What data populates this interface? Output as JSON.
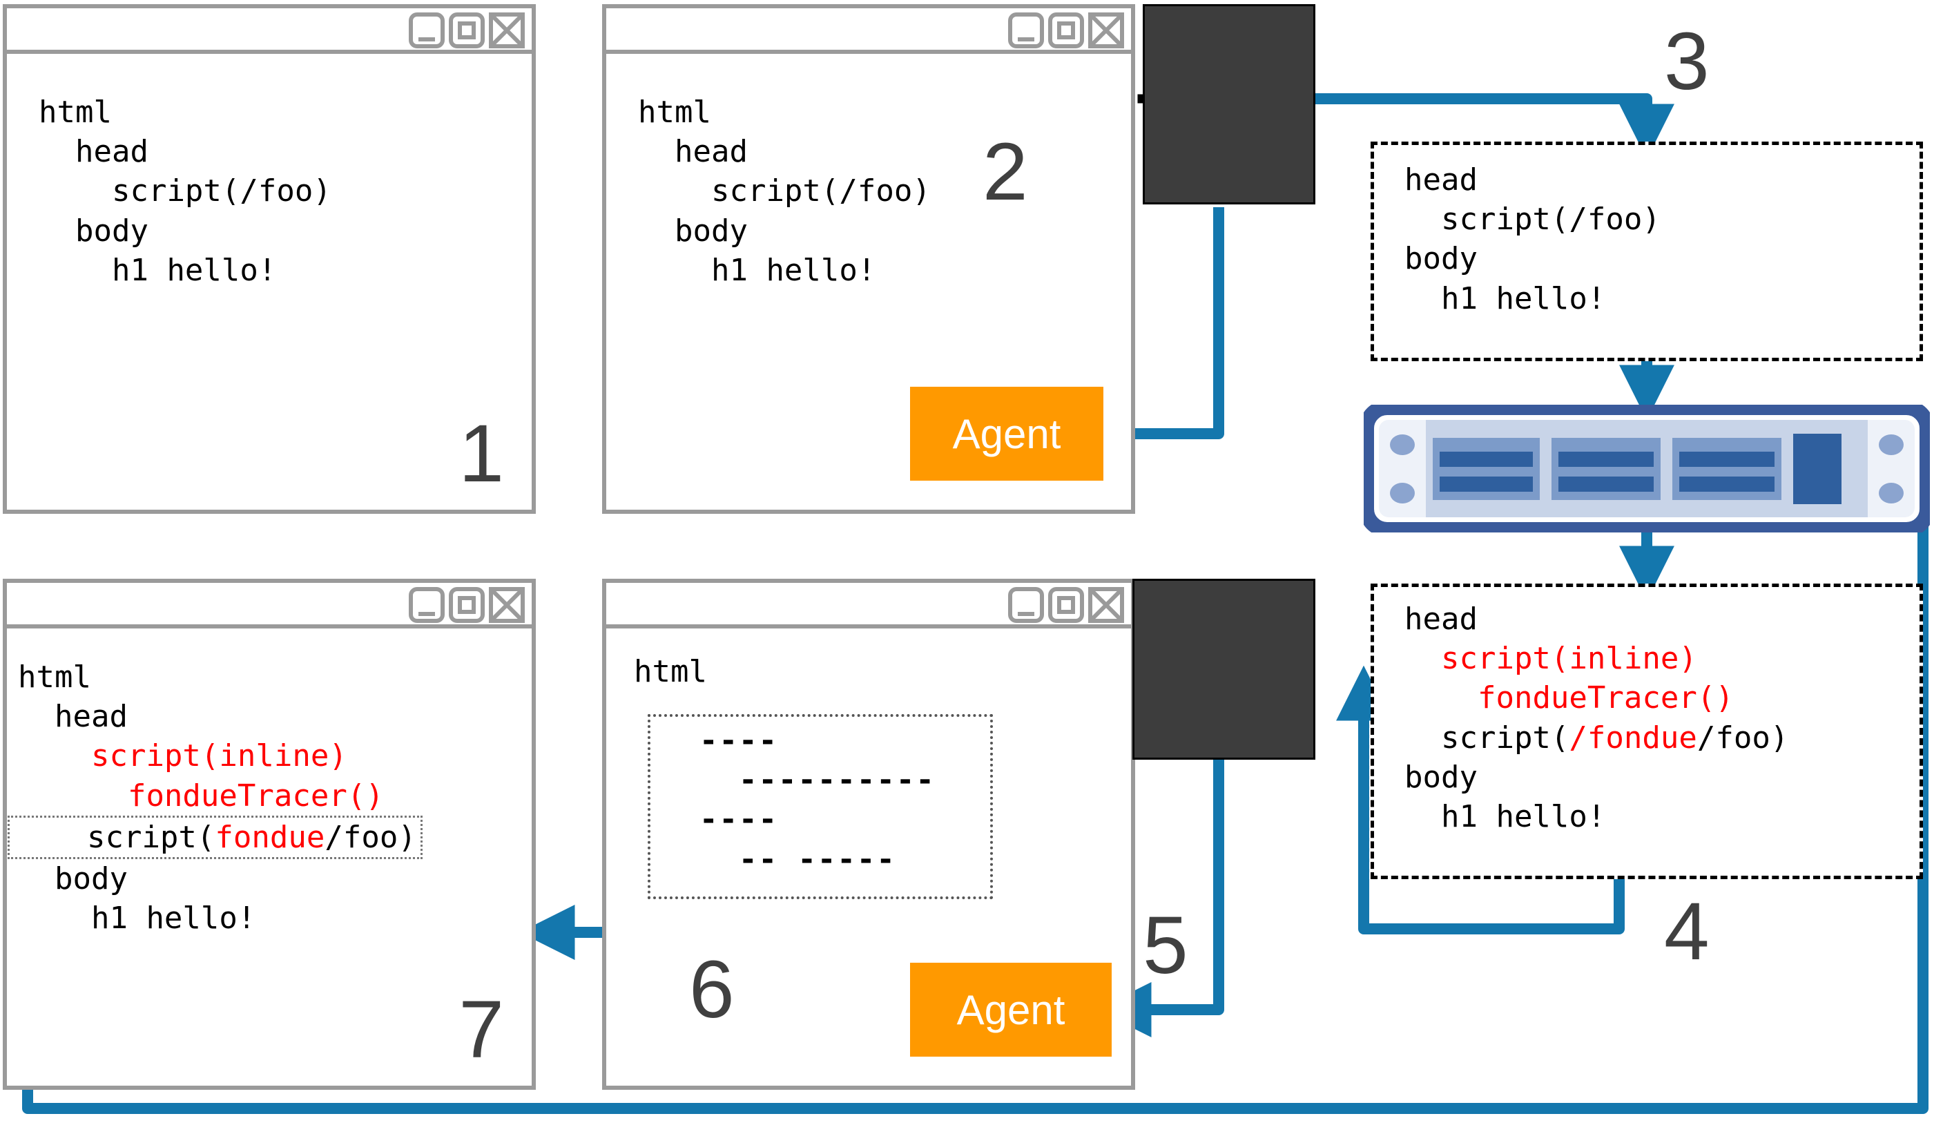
{
  "colors": {
    "wire_blue": "#1477ad",
    "agent_orange": "#ff9900",
    "highlight_red": "#ff0000",
    "dark_box": "#3d3d3d",
    "window_border": "#9a9a9a",
    "step_label": "#404040",
    "rack_frame": "#3a5a9b",
    "rack_face": "#c8d4e8",
    "rack_slot": "#3a6bb0"
  },
  "steps": {
    "one": "1",
    "two": "2",
    "three": "3",
    "four": "4",
    "five": "5",
    "six": "6",
    "seven": "7"
  },
  "agent_label": "Agent",
  "window_controls": {
    "minimize": "minimize",
    "maximize": "maximize",
    "close": "close"
  },
  "panel1": {
    "lines": [
      {
        "indent": 0,
        "parts": [
          {
            "t": "html",
            "c": "black"
          }
        ]
      },
      {
        "indent": 1,
        "parts": [
          {
            "t": "head",
            "c": "black"
          }
        ]
      },
      {
        "indent": 2,
        "parts": [
          {
            "t": "script(/foo)",
            "c": "black"
          }
        ]
      },
      {
        "indent": 1,
        "parts": [
          {
            "t": "body",
            "c": "black"
          }
        ]
      },
      {
        "indent": 2,
        "parts": [
          {
            "t": "h1 hello!",
            "c": "black"
          }
        ]
      }
    ]
  },
  "panel2": {
    "lines": [
      {
        "indent": 0,
        "parts": [
          {
            "t": "html",
            "c": "black"
          }
        ]
      },
      {
        "indent": 1,
        "parts": [
          {
            "t": "head",
            "c": "black"
          }
        ]
      },
      {
        "indent": 2,
        "parts": [
          {
            "t": "script(/foo)",
            "c": "black"
          }
        ]
      },
      {
        "indent": 1,
        "parts": [
          {
            "t": "body",
            "c": "black"
          }
        ]
      },
      {
        "indent": 2,
        "parts": [
          {
            "t": "h1 hello!",
            "c": "black"
          }
        ]
      }
    ]
  },
  "panel3": {
    "lines": [
      {
        "indent": 0,
        "parts": [
          {
            "t": "head",
            "c": "black"
          }
        ]
      },
      {
        "indent": 1,
        "parts": [
          {
            "t": "script(/foo)",
            "c": "black"
          }
        ]
      },
      {
        "indent": 0,
        "parts": [
          {
            "t": "body",
            "c": "black"
          }
        ]
      },
      {
        "indent": 1,
        "parts": [
          {
            "t": "h1 hello!",
            "c": "black"
          }
        ]
      }
    ]
  },
  "panel4": {
    "lines": [
      {
        "indent": 0,
        "parts": [
          {
            "t": "head",
            "c": "black"
          }
        ]
      },
      {
        "indent": 1,
        "parts": [
          {
            "t": "script(inline)",
            "c": "red"
          }
        ]
      },
      {
        "indent": 2,
        "parts": [
          {
            "t": "fondueTracer()",
            "c": "red"
          }
        ]
      },
      {
        "indent": 1,
        "parts": [
          {
            "t": "script(",
            "c": "black"
          },
          {
            "t": "/fondue",
            "c": "red"
          },
          {
            "t": "/foo)",
            "c": "black"
          }
        ]
      },
      {
        "indent": 0,
        "parts": [
          {
            "t": "body",
            "c": "black"
          }
        ]
      },
      {
        "indent": 1,
        "parts": [
          {
            "t": "h1 hello!",
            "c": "black"
          }
        ]
      }
    ]
  },
  "panel6": {
    "header": "html",
    "redacted_lines": [
      {
        "indent": 1,
        "text": "----"
      },
      {
        "indent": 2,
        "text": "----------"
      },
      {
        "indent": 1,
        "text": "----"
      },
      {
        "indent": 2,
        "text": "-- -----"
      }
    ]
  },
  "panel7": {
    "lines": [
      {
        "indent": 0,
        "parts": [
          {
            "t": "html",
            "c": "black"
          }
        ]
      },
      {
        "indent": 1,
        "parts": [
          {
            "t": "head",
            "c": "black"
          }
        ]
      },
      {
        "indent": 2,
        "parts": [
          {
            "t": "script(inline)",
            "c": "red"
          }
        ]
      },
      {
        "indent": 3,
        "parts": [
          {
            "t": "fondueTracer()",
            "c": "red"
          }
        ]
      },
      {
        "indent": 2,
        "parts": [
          {
            "t": "script(",
            "c": "black"
          },
          {
            "t": "fondue",
            "c": "red"
          },
          {
            "t": "/foo)",
            "c": "black"
          }
        ],
        "boxed": true
      },
      {
        "indent": 1,
        "parts": [
          {
            "t": "body",
            "c": "black"
          }
        ]
      },
      {
        "indent": 2,
        "parts": [
          {
            "t": "h1 hello!",
            "c": "black"
          }
        ]
      }
    ]
  },
  "server": {
    "name": "server-rack",
    "slot_groups": 3,
    "bars_per_group": 2,
    "mount_holes": 4
  }
}
